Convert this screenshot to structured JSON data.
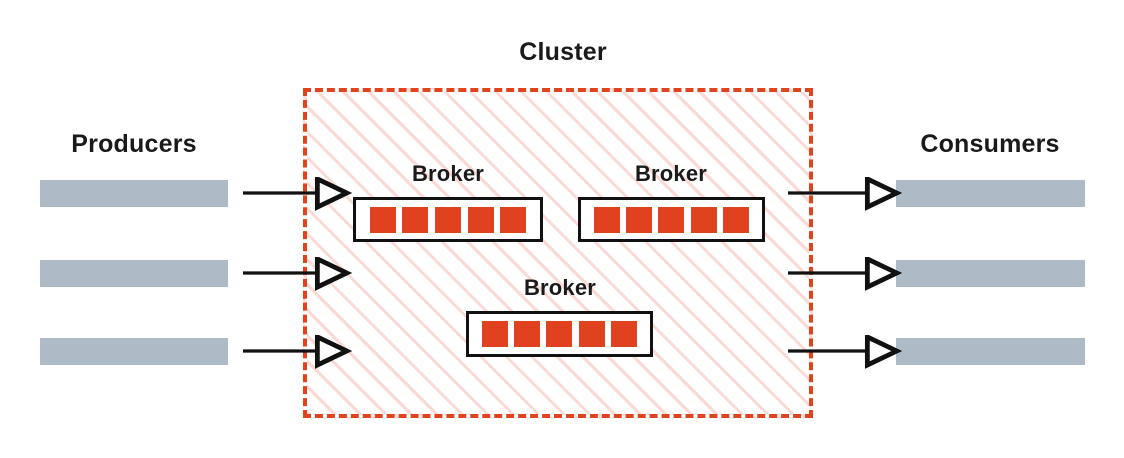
{
  "diagram": {
    "title": "Cluster",
    "background_color": "#ffffff",
    "accent_color": "#e0441f",
    "hatch_color": "#fbdad6",
    "bar_color": "#aebac6",
    "partition_color": "#e0411f",
    "outline_color": "#111111"
  },
  "producers": {
    "label": "Producers",
    "nodes": [
      {
        "id": "producer-1"
      },
      {
        "id": "producer-2"
      },
      {
        "id": "producer-3"
      }
    ]
  },
  "consumers": {
    "label": "Consumers",
    "nodes": [
      {
        "id": "consumer-1"
      },
      {
        "id": "consumer-2"
      },
      {
        "id": "consumer-3"
      }
    ]
  },
  "cluster": {
    "label": "Cluster",
    "brokers": [
      {
        "label": "Broker",
        "partitions": [
          1,
          2,
          3,
          4,
          5
        ]
      },
      {
        "label": "Broker",
        "partitions": [
          1,
          2,
          3,
          4,
          5
        ]
      },
      {
        "label": "Broker",
        "partitions": [
          1,
          2,
          3,
          4,
          5
        ]
      }
    ]
  },
  "arrows": {
    "inbound": [
      {
        "id": "producer-1-to-cluster"
      },
      {
        "id": "producer-2-to-cluster"
      },
      {
        "id": "producer-3-to-cluster"
      }
    ],
    "outbound": [
      {
        "id": "cluster-to-consumer-1"
      },
      {
        "id": "cluster-to-consumer-2"
      },
      {
        "id": "cluster-to-consumer-3"
      }
    ]
  }
}
